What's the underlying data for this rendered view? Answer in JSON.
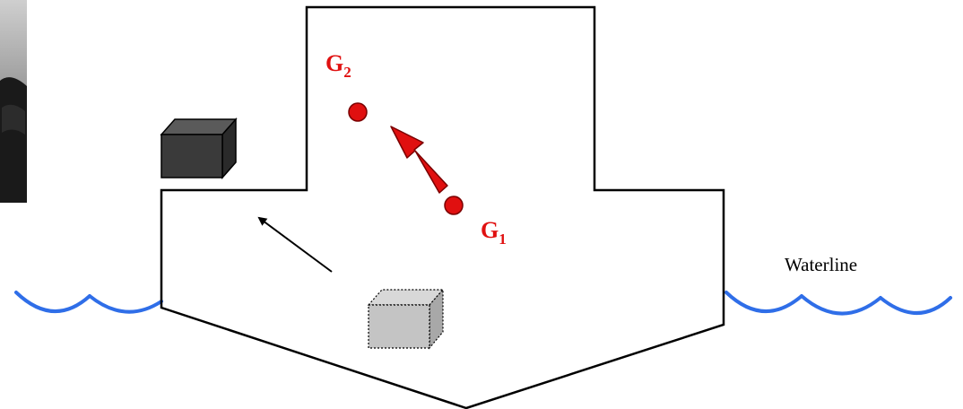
{
  "diagram": {
    "labels": {
      "g2": {
        "main": "G",
        "sub": "2"
      },
      "g1": {
        "main": "G",
        "sub": "1"
      },
      "waterline": "Waterline"
    },
    "colors": {
      "hull_stroke": "#000000",
      "water": "#2f6ee8",
      "cg_point": "#e01010",
      "shift_arrow": "#e01010",
      "weight_moved": "#3a3a3a",
      "weight_original": "#c4c4c4"
    },
    "icons": {
      "photo": "cropped-photo-fragment",
      "weight_moved": "dark-cube",
      "weight_original": "dotted-gray-cube"
    }
  }
}
